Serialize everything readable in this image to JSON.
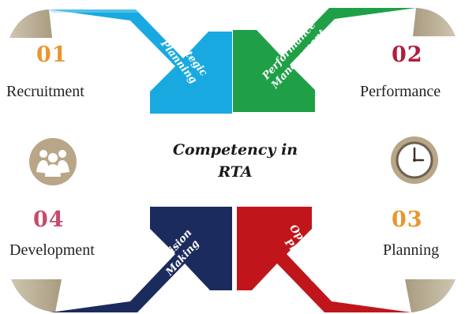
{
  "center": {
    "line1": "Competency in",
    "line2": "RTA"
  },
  "quadrants": [
    {
      "number": "01",
      "label": "Recruitment",
      "arrow_line1": "Strategic",
      "arrow_line2": "Planning",
      "number_color": "#e8962e",
      "arrow_color": "#19a9e1"
    },
    {
      "number": "02",
      "label": "Performance",
      "arrow_line1": "Performance",
      "arrow_line2": "Management",
      "number_color": "#b01e3c",
      "arrow_color": "#1fa046"
    },
    {
      "number": "03",
      "label": "Planning",
      "arrow_line1": "Operational",
      "arrow_line2": "Planning",
      "number_color": "#e8962e",
      "arrow_color": "#c0161b"
    },
    {
      "number": "04",
      "label": "Development",
      "arrow_line1": "Decision",
      "arrow_line2": "Making",
      "number_color": "#c44d6a",
      "arrow_color": "#1c2b5e"
    }
  ],
  "icons": {
    "left": "people-group-icon",
    "right": "clock-icon",
    "color": "#b9a688"
  },
  "accent_tan": "#b5a98f"
}
